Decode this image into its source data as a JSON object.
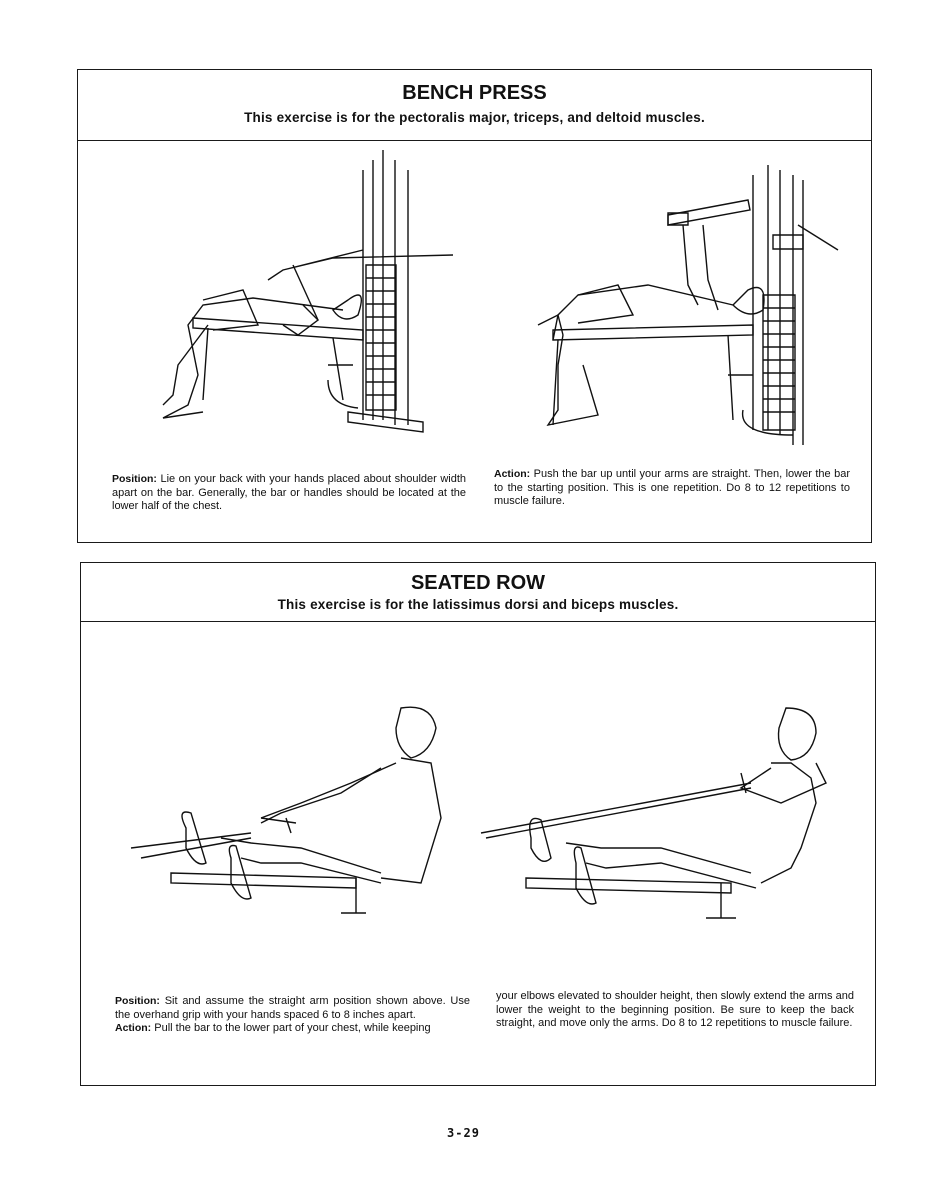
{
  "bench_press": {
    "title": "BENCH PRESS",
    "subtitle": "This exercise is for the pectoralis major, triceps, and deltoid muscles.",
    "position_label": "Position:",
    "position_text": "Lie on your back with your hands placed about shoulder width apart on the bar. Generally, the bar or handles should be located at the lower half of the chest.",
    "action_label": "Action:",
    "action_text": "Push the bar up until your arms are straight. Then, lower the bar to the starting position. This is one repetition. Do 8 to 12 repetitions to muscle failure."
  },
  "seated_row": {
    "title": "SEATED ROW",
    "subtitle": "This exercise is for the latissimus dorsi and biceps muscles.",
    "position_label": "Position:",
    "position_text": "Sit and assume the straight arm position shown above. Use the overhand grip with your hands spaced 6 to 8 inches apart.",
    "action_label": "Action:",
    "action_text_part1": "Pull the bar to the lower part of your chest, while keeping",
    "action_text_part2": "your elbows elevated to shoulder height, then slowly extend the arms and lower the weight to the beginning position. Be sure to keep the back straight, and move only the arms. Do 8 to 12 repetitions to muscle failure."
  },
  "page_number": "3-29"
}
